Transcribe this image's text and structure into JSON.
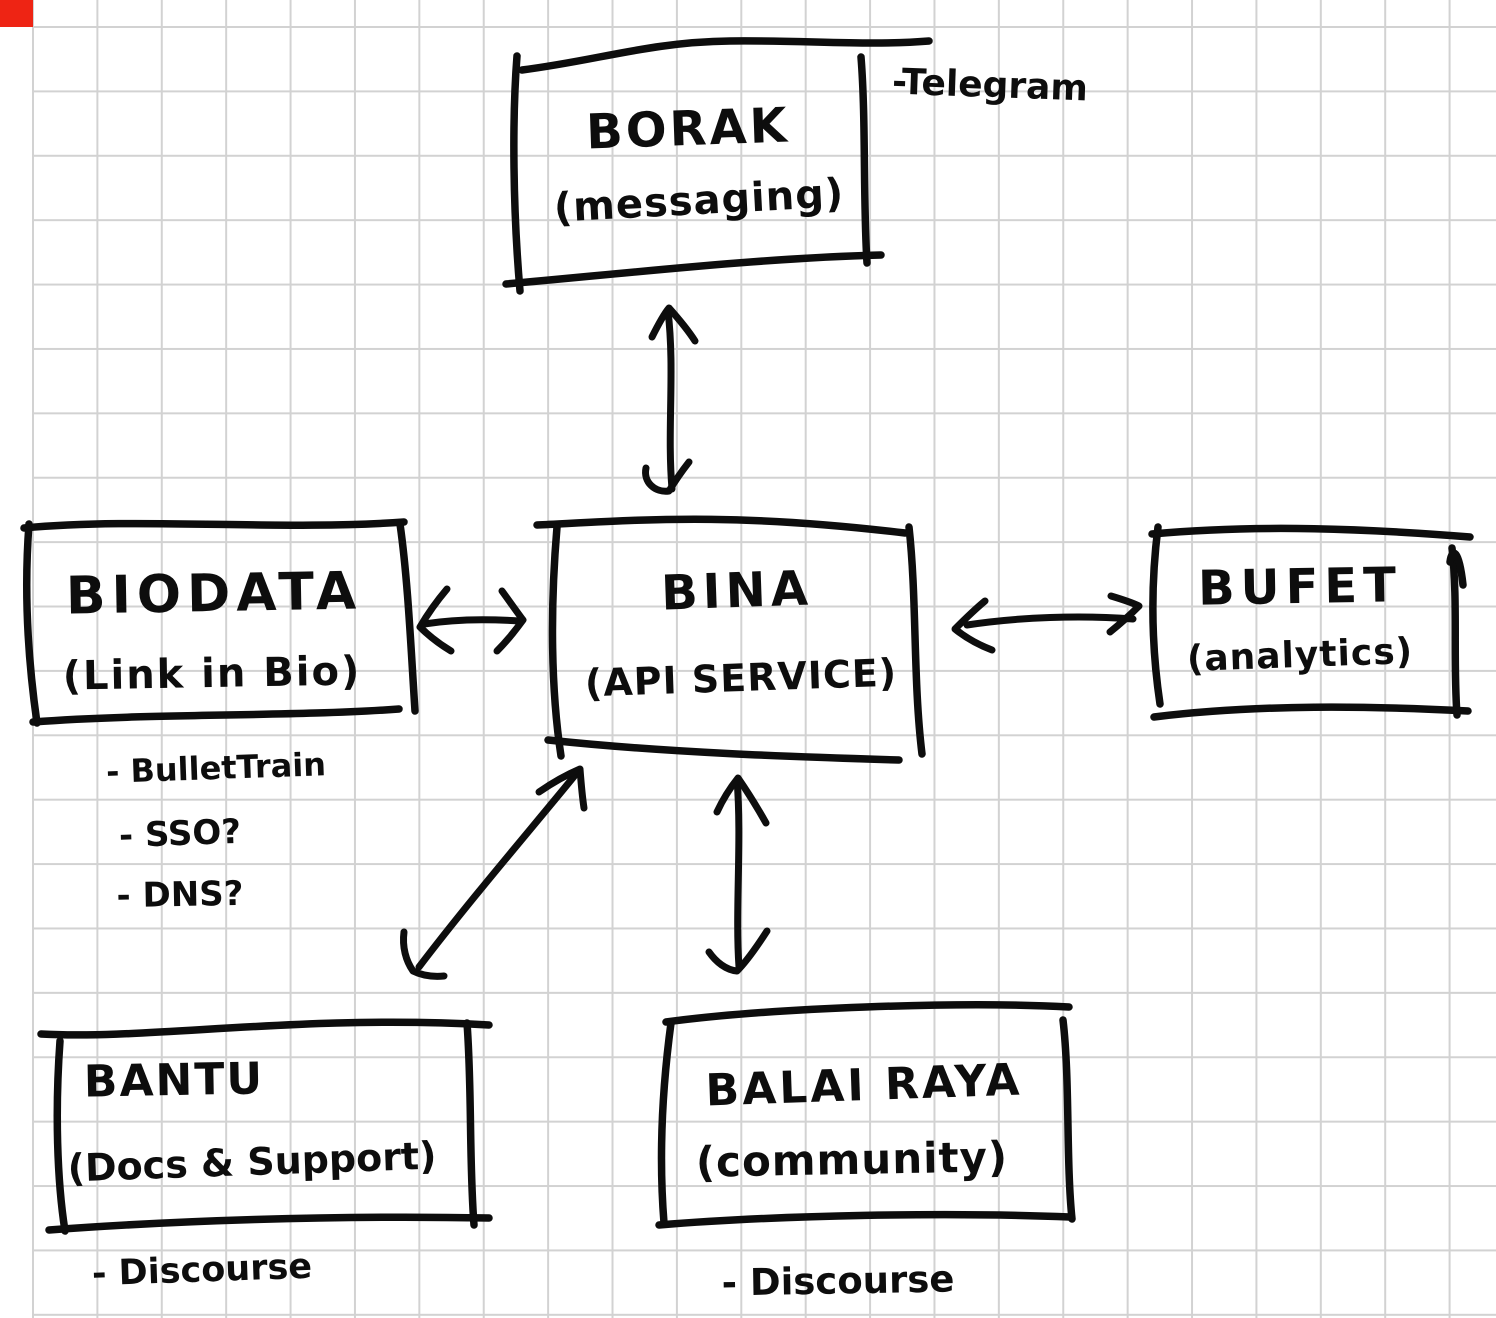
{
  "palette": {
    "paper": "#ffffff",
    "grid_line": "#d2d2d2",
    "ink": "#0d0d0d",
    "corner_marker": "#ee2414"
  },
  "nodes": {
    "borak": {
      "title": "BORAK",
      "subtitle": "(messaging)",
      "note": "-Telegram"
    },
    "bina": {
      "title": "BINA",
      "subtitle": "(API SERVICE)"
    },
    "biodata": {
      "title": "BIODATA",
      "subtitle": "(Link in Bio)",
      "notes": [
        "- BulletTrain",
        "- SSO?",
        "- DNS?"
      ]
    },
    "bufet": {
      "title": "BUFET",
      "subtitle": "(analytics)"
    },
    "bantu": {
      "title": "BANTU",
      "subtitle": "(Docs & Support)",
      "note": "- Discourse"
    },
    "balai_raya": {
      "title": "BALAI RAYA",
      "subtitle": "(community)",
      "note": "- Discourse"
    }
  },
  "edges": [
    {
      "from": "bina",
      "to": "borak",
      "style": "double-arrow"
    },
    {
      "from": "bina",
      "to": "biodata",
      "style": "double-arrow"
    },
    {
      "from": "bina",
      "to": "bufet",
      "style": "double-arrow"
    },
    {
      "from": "bina",
      "to": "bantu",
      "style": "double-arrow"
    },
    {
      "from": "bina",
      "to": "balai_raya",
      "style": "double-arrow"
    }
  ]
}
